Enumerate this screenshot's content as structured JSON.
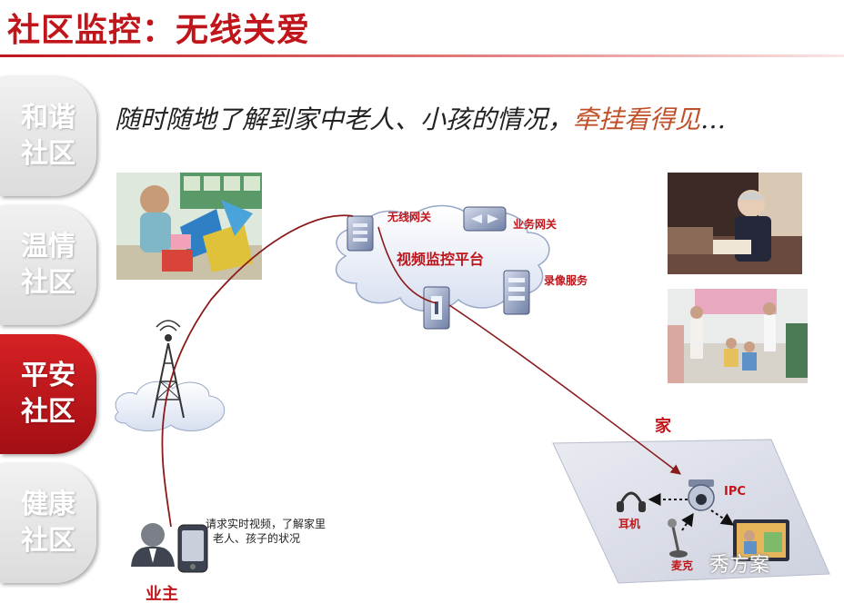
{
  "title": "社区监控：无线关爱",
  "tabs": [
    {
      "line1": "和谐",
      "line2": "社区",
      "active": false
    },
    {
      "line1": "温情",
      "line2": "社区",
      "active": false
    },
    {
      "line1": "平安",
      "line2": "社区",
      "active": true
    },
    {
      "line1": "健康",
      "line2": "社区",
      "active": false
    }
  ],
  "subtitle": {
    "main": "随时随地了解到家中老人、小孩的情况，",
    "highlight": "牵挂看得见",
    "ellipsis": "…"
  },
  "diagram": {
    "wireless_gateway": "无线网关",
    "service_gateway": "业务网关",
    "platform": "视频监控平台",
    "recording": "录像服务",
    "home": "家",
    "ipc": "IPC",
    "earphone": "耳机",
    "microphone": "麦克",
    "owner": "业主",
    "request_line1": "请求实时视频，了解家里",
    "request_line2": "老人、孩子的状况"
  },
  "watermark": "秀方案",
  "colors": {
    "accent": "#c0151b",
    "link_line": "#8b1a1a"
  }
}
